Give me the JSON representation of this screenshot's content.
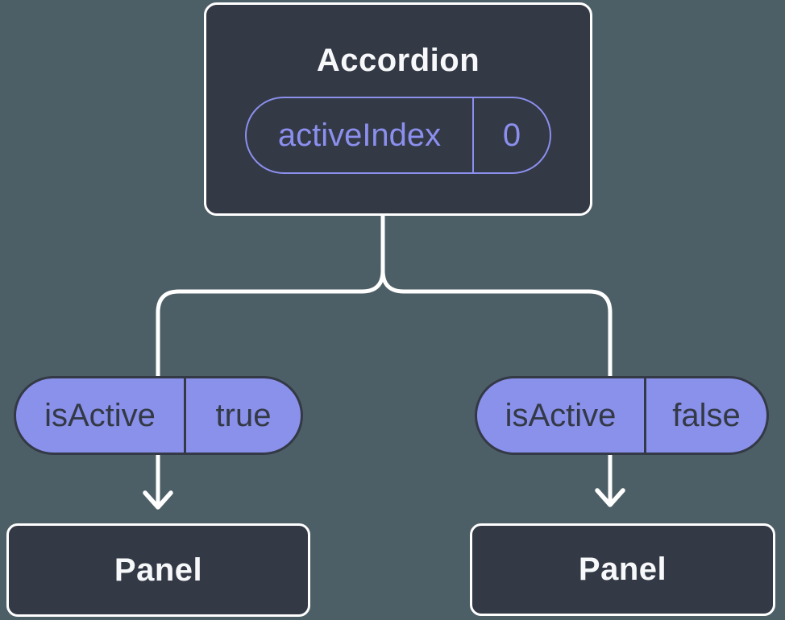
{
  "colors": {
    "background": "#4d5f66",
    "node_fill": "#333945",
    "node_border": "#ffffff",
    "accent_purple": "#8b8fee",
    "pill_fill": "#8a91eb",
    "pill_text": "#333945",
    "connector": "#ffffff"
  },
  "tree": {
    "root": {
      "title": "Accordion",
      "state": {
        "name": "activeIndex",
        "value": "0"
      }
    },
    "children": [
      {
        "prop": {
          "name": "isActive",
          "value": "true"
        },
        "panel": {
          "title": "Panel"
        }
      },
      {
        "prop": {
          "name": "isActive",
          "value": "false"
        },
        "panel": {
          "title": "Panel"
        }
      }
    ]
  }
}
